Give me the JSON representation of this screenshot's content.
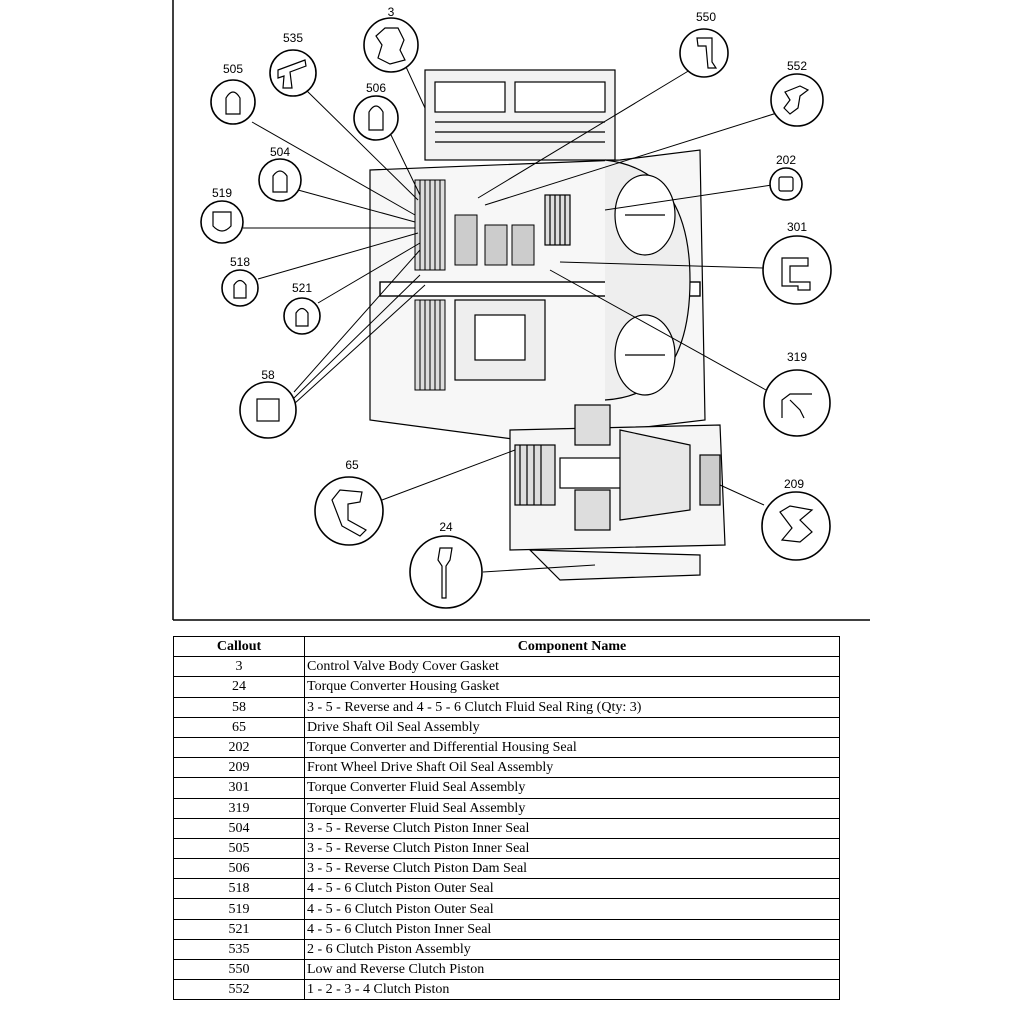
{
  "callouts": [
    "3",
    "24",
    "58",
    "65",
    "202",
    "209",
    "301",
    "319",
    "504",
    "505",
    "506",
    "518",
    "519",
    "521",
    "535",
    "550",
    "552"
  ],
  "table": {
    "headers": [
      "Callout",
      "Component Name"
    ],
    "rows": [
      [
        "3",
        "Control Valve Body Cover Gasket"
      ],
      [
        "24",
        "Torque Converter Housing Gasket"
      ],
      [
        "58",
        "3 - 5 - Reverse and 4 - 5 - 6 Clutch Fluid Seal Ring (Qty: 3)"
      ],
      [
        "65",
        "Drive Shaft Oil Seal Assembly"
      ],
      [
        "202",
        "Torque Converter and Differential Housing Seal"
      ],
      [
        "209",
        "Front Wheel Drive Shaft Oil Seal Assembly"
      ],
      [
        "301",
        "Torque Converter Fluid Seal Assembly"
      ],
      [
        "319",
        "Torque Converter Fluid Seal Assembly"
      ],
      [
        "504",
        "3 - 5 - Reverse Clutch Piston Inner Seal"
      ],
      [
        "505",
        "3 - 5 - Reverse Clutch Piston Inner Seal"
      ],
      [
        "506",
        "3 - 5 - Reverse Clutch Piston Dam Seal"
      ],
      [
        "518",
        "4 - 5 - 6 Clutch Piston Outer Seal"
      ],
      [
        "519",
        "4 - 5 - 6 Clutch Piston Outer Seal"
      ],
      [
        "521",
        "4 - 5 - 6 Clutch Piston Inner Seal"
      ],
      [
        "535",
        "2 - 6 Clutch Piston Assembly"
      ],
      [
        "550",
        "Low and Reverse Clutch Piston"
      ],
      [
        "552",
        "1 - 2 - 3 - 4 Clutch Piston"
      ]
    ]
  }
}
